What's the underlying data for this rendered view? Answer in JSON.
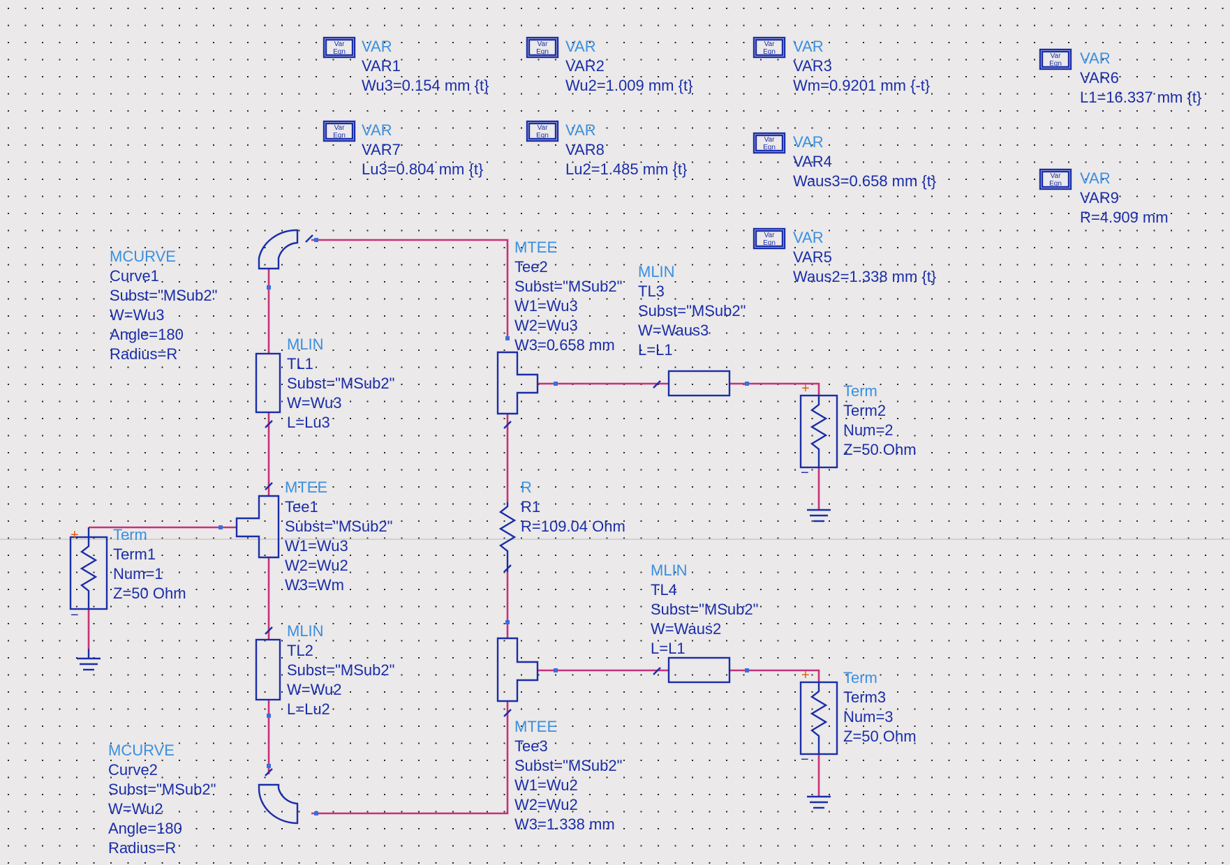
{
  "colors": {
    "background": "#ebe9e9",
    "wire": "#c8307a",
    "component": "#1a2da8",
    "type_label": "#3a8fe0",
    "param_label": "#1a2da8",
    "plus_sign": "#e85a10"
  },
  "variables": [
    {
      "icon": "var-eqn-icon",
      "icon_line1": "Var",
      "icon_line2": "Eqn",
      "type": "VAR",
      "name": "VAR1",
      "expr": "Wu3=0.154 mm {t}"
    },
    {
      "icon": "var-eqn-icon",
      "icon_line1": "Var",
      "icon_line2": "Eqn",
      "type": "VAR",
      "name": "VAR2",
      "expr": "Wu2=1.009 mm {t}"
    },
    {
      "icon": "var-eqn-icon",
      "icon_line1": "Var",
      "icon_line2": "Eqn",
      "type": "VAR",
      "name": "VAR3",
      "expr": "Wm=0.9201 mm {-t}"
    },
    {
      "icon": "var-eqn-icon",
      "icon_line1": "Var",
      "icon_line2": "Eqn",
      "type": "VAR",
      "name": "VAR6",
      "expr": "L1=16.337 mm {t}"
    },
    {
      "icon": "var-eqn-icon",
      "icon_line1": "Var",
      "icon_line2": "Eqn",
      "type": "VAR",
      "name": "VAR7",
      "expr": "Lu3=0.804 mm {t}"
    },
    {
      "icon": "var-eqn-icon",
      "icon_line1": "Var",
      "icon_line2": "Eqn",
      "type": "VAR",
      "name": "VAR8",
      "expr": "Lu2=1.485 mm {t}"
    },
    {
      "icon": "var-eqn-icon",
      "icon_line1": "Var",
      "icon_line2": "Eqn",
      "type": "VAR",
      "name": "VAR4",
      "expr": "Waus3=0.658 mm {t}"
    },
    {
      "icon": "var-eqn-icon",
      "icon_line1": "Var",
      "icon_line2": "Eqn",
      "type": "VAR",
      "name": "VAR9",
      "expr": "R=4.909 mm"
    },
    {
      "icon": "var-eqn-icon",
      "icon_line1": "Var",
      "icon_line2": "Eqn",
      "type": "VAR",
      "name": "VAR5",
      "expr": "Waus2=1.338 mm {t}"
    }
  ],
  "components": [
    {
      "type": "MCURVE",
      "params": [
        "Curve1",
        "Subst=\"MSub2\"",
        "W=Wu3",
        "Angle=180",
        "Radius=R"
      ]
    },
    {
      "type": "MLIN",
      "params": [
        "TL1",
        "Subst=\"MSub2\"",
        "W=Wu3",
        "L=Lu3"
      ]
    },
    {
      "type": "MTEE",
      "params": [
        "Tee2",
        "Subst=\"MSub2\"",
        "W1=Wu3",
        "W2=Wu3",
        "W3=0.658 mm"
      ]
    },
    {
      "type": "MLIN",
      "params": [
        "TL3",
        "Subst=\"MSub2\"",
        "W=Waus3",
        "L=L1"
      ]
    },
    {
      "type": "Term",
      "params": [
        "Term2",
        "Num=2",
        "Z=50 Ohm"
      ]
    },
    {
      "type": "MTEE",
      "params": [
        "Tee1",
        "Subst=\"MSub2\"",
        "W1=Wu3",
        "W2=Wu2",
        "W3=Wm"
      ]
    },
    {
      "type": "Term",
      "params": [
        "Term1",
        "Num=1",
        "Z=50 Ohm"
      ]
    },
    {
      "type": "R",
      "params": [
        "R1",
        "R=109.04 Ohm"
      ]
    },
    {
      "type": "MLIN",
      "params": [
        "TL4",
        "Subst=\"MSub2\"",
        "W=Waus2",
        "L=L1"
      ]
    },
    {
      "type": "MLIN",
      "params": [
        "TL2",
        "Subst=\"MSub2\"",
        "W=Wu2",
        "L=Lu2"
      ]
    },
    {
      "type": "Term",
      "params": [
        "Term3",
        "Num=3",
        "Z=50 Ohm"
      ]
    },
    {
      "type": "MCURVE",
      "params": [
        "Curve2",
        "Subst=\"MSub2\"",
        "W=Wu2",
        "Angle=180",
        "Radius=R"
      ]
    },
    {
      "type": "MTEE",
      "params": [
        "Tee3",
        "Subst=\"MSub2\"",
        "W1=Wu2",
        "W2=Wu2",
        "W3=1.338 mm"
      ]
    }
  ],
  "term_signs": {
    "plus": "+",
    "minus": "−"
  }
}
